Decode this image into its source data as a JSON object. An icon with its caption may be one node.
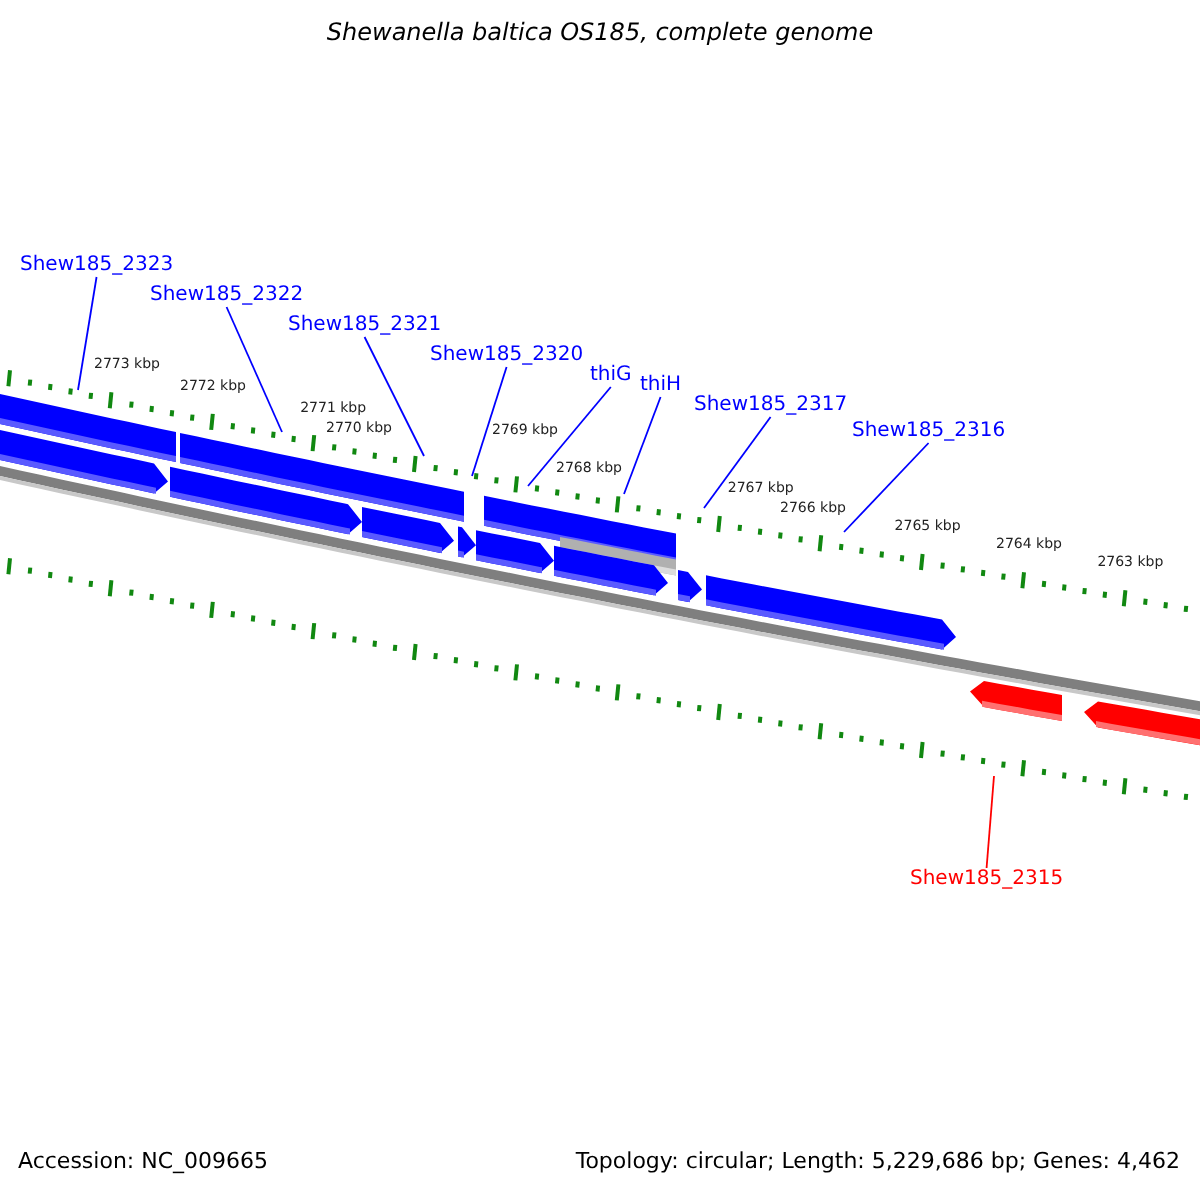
{
  "diagram": {
    "title": "Shewanella baltica OS185, complete genome",
    "nodes": [
      {
        "text": [
          "Shew185_2323"
        ]
      },
      {
        "text": [
          "Shew185_2322"
        ]
      },
      {
        "text": [
          "Shew185_2321"
        ]
      },
      {
        "text": [
          "Shew185_2320"
        ]
      },
      {
        "text": [
          "thiG"
        ]
      },
      {
        "text": [
          "thiH"
        ]
      },
      {
        "text": [
          "Shew185_2317"
        ]
      },
      {
        "text": [
          "Shew185_2316"
        ]
      },
      {
        "text": [
          "Shew185_2315"
        ]
      }
    ],
    "edges": [
      {
        "from": 0,
        "to": null,
        "arrow": "none"
      },
      {
        "from": 1,
        "to": null,
        "arrow": "none"
      },
      {
        "from": 2,
        "to": null,
        "arrow": "none"
      },
      {
        "from": 3,
        "to": null,
        "arrow": "none"
      },
      {
        "from": 4,
        "to": null,
        "arrow": "none"
      },
      {
        "from": 5,
        "to": null,
        "arrow": "none"
      },
      {
        "from": 6,
        "to": null,
        "arrow": "none"
      },
      {
        "from": 7,
        "to": null,
        "arrow": "none"
      },
      {
        "from": 8,
        "to": null,
        "arrow": "none",
        "color": "#ff0000"
      }
    ],
    "labels": [
      "2773 kbp",
      "2772 kbp",
      "2771 kbp",
      "2770 kbp",
      "2769 kbp",
      "2768 kbp",
      "2767 kbp",
      "2766 kbp",
      "2765 kbp",
      "2764 kbp",
      "2763 kbp",
      "Accession: NC_009665",
      "Topology: circular; Length: 5,229,686 bp; Genes: 4,462"
    ]
  }
}
